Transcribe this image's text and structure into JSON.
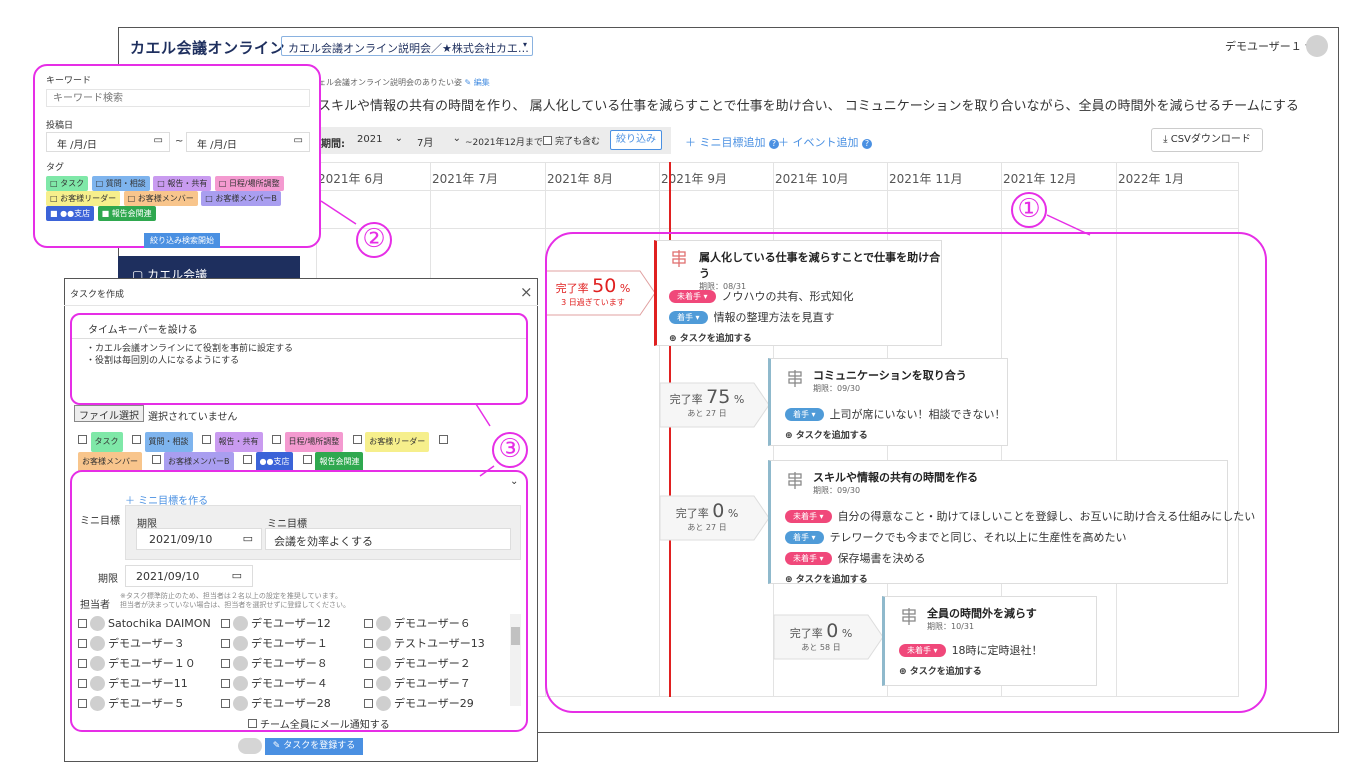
{
  "header": {
    "logo": "カエル会議オンライン",
    "team_select": "カエル会議オンライン説明会／★株式会社カエ…",
    "user_name": "デモユーザー１ ▾"
  },
  "vision": {
    "caption": "ェル会議オンライン説明会のありたい姿",
    "edit_label": "編集",
    "text": "スキルや情報の共有の時間を作り、 属人化している仕事を減らすことで仕事を助け合い、 コミュニケーションを取り合いながら、全員の時間外を減らせるチームにする"
  },
  "filterbar": {
    "period_label": "期間:",
    "year": "2021",
    "month": "7月",
    "until": "~2021年12月まで",
    "include_done": "完了も含む",
    "narrow_button": "絞り込み",
    "add_mini_goal": "＋ ミニ目標追加",
    "add_event": "＋ イベント追加",
    "csv_button": "CSVダウンロード"
  },
  "months": [
    "2021年 6月",
    "2021年 7月",
    "2021年 8月",
    "2021年 9月",
    "2021年 10月",
    "2021年 11月",
    "2021年 12月",
    "2022年 1月"
  ],
  "goals": [
    {
      "title": "属人化している仕事を減らすことで仕事を助け合う",
      "deadline": "期限：08/31",
      "rate_label": "完了率",
      "rate": "50",
      "unit": "%",
      "sub": "3 日過ぎています",
      "tasks": [
        {
          "badge": "未着手 ▾",
          "text": "ノウハウの共有、形式知化"
        },
        {
          "badge": "着手 ▾",
          "text": "情報の整理方法を見直す"
        }
      ],
      "add": "タスクを追加する"
    },
    {
      "title": "コミュニケーションを取り合う",
      "deadline": "期限：09/30",
      "rate_label": "完了率",
      "rate": "75",
      "unit": "%",
      "sub": "あと 27 日",
      "tasks": [
        {
          "badge": "着手 ▾",
          "text": "上司が席にいない！相談できない！"
        }
      ],
      "add": "タスクを追加する"
    },
    {
      "title": "スキルや情報の共有の時間を作る",
      "deadline": "期限：09/30",
      "rate_label": "完了率",
      "rate": "0",
      "unit": "%",
      "sub": "あと 27 日",
      "tasks": [
        {
          "badge": "未着手 ▾",
          "text": "自分の得意なこと・助けてほしいことを登録し、お互いに助け合える仕組みにしたい"
        },
        {
          "badge": "着手 ▾",
          "text": "テレワークでも今までと同じ、それ以上に生産性を高めたい"
        },
        {
          "badge": "未着手 ▾",
          "text": "保存場書を決める"
        }
      ],
      "add": "タスクを追加する"
    },
    {
      "title": "全員の時間外を減らす",
      "deadline": "期限：10/31",
      "rate_label": "完了率",
      "rate": "0",
      "unit": "%",
      "sub": "あと 58 日",
      "tasks": [
        {
          "badge": "未着手 ▾",
          "text": "18時に定時退社！"
        }
      ],
      "add": "タスクを追加する"
    }
  ],
  "search_panel": {
    "keyword_label": "キーワード",
    "keyword_placeholder": "キーワード検索",
    "date_label": "投稿日",
    "date_from": "年 /月/日",
    "date_to": "年 /月/日",
    "tilde": "~",
    "tag_label": "タグ",
    "tags": [
      {
        "name": "タスク",
        "color": "#7fe8a8"
      },
      {
        "name": "質問・相談",
        "color": "#7eb4ee"
      },
      {
        "name": "報告・共有",
        "color": "#c99bf0"
      },
      {
        "name": "日程/場所調整",
        "color": "#f49ad0"
      },
      {
        "name": "お客様リーダー",
        "color": "#f6ef8c"
      },
      {
        "name": "お客様メンバー",
        "color": "#f8c58c"
      },
      {
        "name": "お客様メンバーB",
        "color": "#a99ef0"
      },
      {
        "name": "●●支店",
        "color": "#3b63d8"
      },
      {
        "name": "報告会関連",
        "color": "#2fa84f"
      }
    ],
    "search_button": "絞り込み検索開始"
  },
  "sidebar_peek": "カエル会議",
  "task_modal": {
    "title": "タスクを作成",
    "close": "×",
    "task_title": "タイムキーパーを設ける",
    "body_line1": "・カエル会議オンラインにて役割を事前に設定する",
    "body_line2": "・役割は毎回別の人になるようにする",
    "file_button": "ファイル選択",
    "file_status": "選択されていません",
    "create_mini_goal": "＋ ミニ目標を作る",
    "mini_goal_label": "ミニ目標",
    "col_deadline": "期限",
    "col_mini_goal": "ミニ目標",
    "mini_goal_date": "2021/09/10",
    "mini_goal_value": "会議を効率よくする",
    "deadline_label": "期限",
    "deadline_value": "2021/09/10",
    "assignee_label": "担当者",
    "assignee_note1": "※タスク標準防止のため、担当者は２名以上の設定を推奨しています。",
    "assignee_note2": "担当者が決まっていない場合は、担当者を選択せずに登録してください。",
    "users": [
      "Satochika DAIMON",
      "デモユーザー12",
      "デモユーザー６",
      "デモユーザー３",
      "デモユーザー１",
      "テストユーザー13",
      "デモユーザー１０",
      "デモユーザー８",
      "デモユーザー２",
      "デモユーザー11",
      "デモユーザー４",
      "デモユーザー７",
      "デモユーザー５",
      "デモユーザー28",
      "デモユーザー29"
    ],
    "notify_all": "チーム全員にメール通知する",
    "register_button": "タスクを登録する"
  },
  "callouts": [
    "①",
    "②",
    "③"
  ],
  "colors": {
    "annotation": "#e62ee6",
    "today_line": "#e02020",
    "button_blue": "#4a90e2",
    "status_not_started": "#f0487a",
    "status_started": "#4f9bd8"
  }
}
